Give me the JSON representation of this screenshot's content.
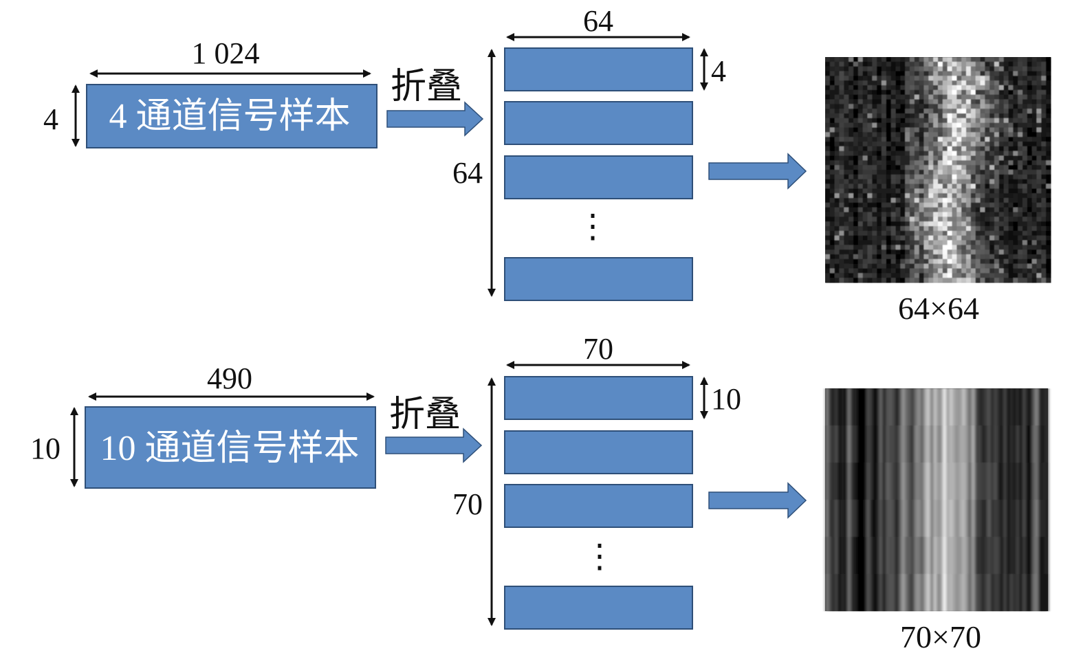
{
  "colors": {
    "block_fill": "#5B8AC4",
    "block_stroke": "#2E4F78",
    "arrow_fill": "#5B8AC4",
    "dim_line": "#111111",
    "background": "#ffffff"
  },
  "rows": [
    {
      "sample_label": "4 通道信号样本",
      "sample_width_label": "1 024",
      "sample_height_label": "4",
      "fold_label": "折叠",
      "strip_width_label": "64",
      "strip_height_label": "4",
      "stack_height_label": "64",
      "ellipsis": "⋮",
      "image_size_label": "64×64",
      "image_icon": "grayscale-texture-image"
    },
    {
      "sample_label": "10 通道信号样本",
      "sample_width_label": "490",
      "sample_height_label": "10",
      "fold_label": "折叠",
      "strip_width_label": "70",
      "strip_height_label": "10",
      "stack_height_label": "70",
      "ellipsis": "⋮",
      "image_size_label": "70×70",
      "image_icon": "grayscale-vertical-stripe-image"
    }
  ]
}
